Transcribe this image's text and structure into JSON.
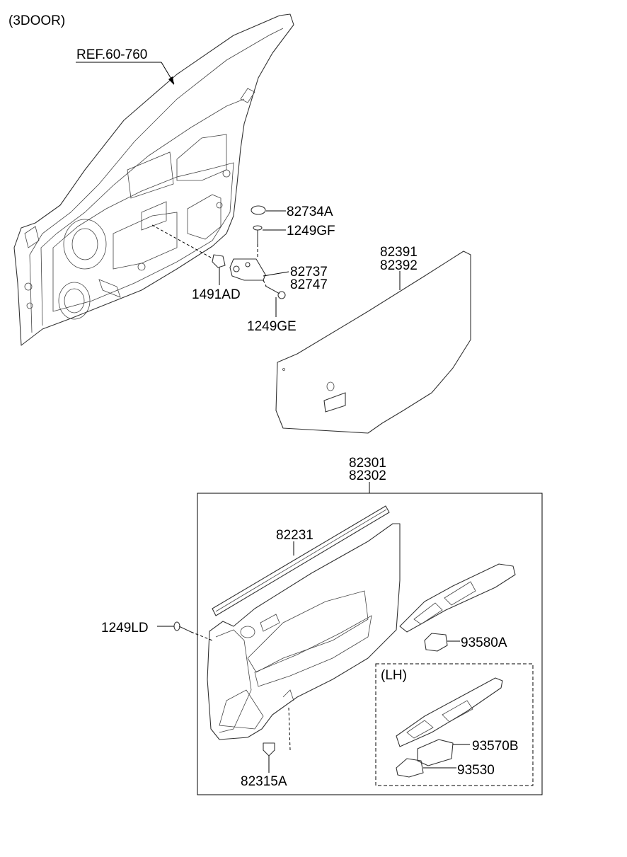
{
  "variant": "(3DOOR)",
  "ref": "REF.60-760",
  "parts": {
    "clip_cap": "82734A",
    "screw_gf": "1249GF",
    "nut": "1491AD",
    "bracket_a": "82737",
    "bracket_b": "82747",
    "screw_ge": "1249GE",
    "sealing_a": "82391",
    "sealing_b": "82392",
    "trim_a": "82301",
    "trim_b": "82302",
    "weatherstrip": "82231",
    "screw_ld": "1249LD",
    "switch_passenger": "93580A",
    "clip_bottom": "82315A",
    "switch_bezel_lh": "93570B",
    "switch_main_lh": "93530"
  },
  "lh_box_label": "(LH)"
}
